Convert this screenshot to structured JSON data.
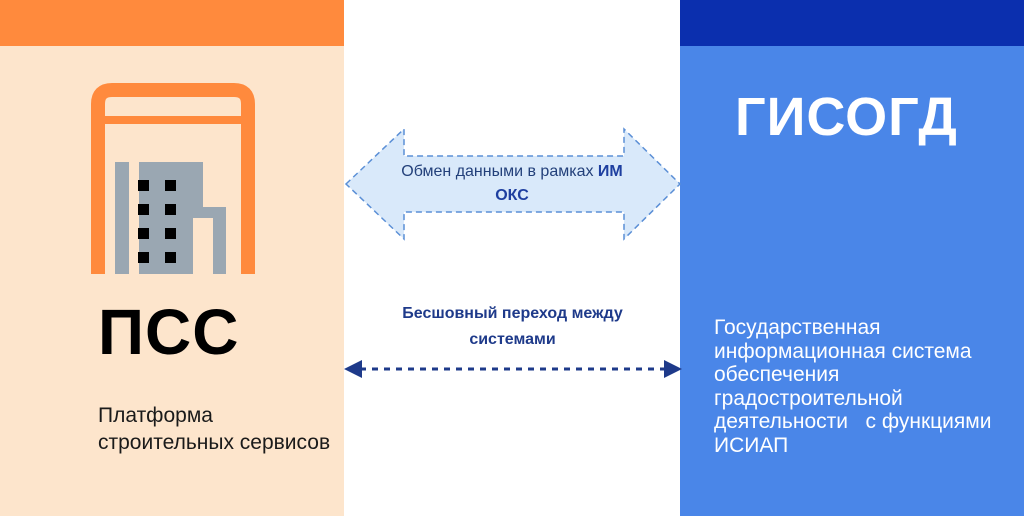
{
  "colors": {
    "left_panel_bg": "#fde5cc",
    "left_accent": "#ff8a3d",
    "right_panel_bg": "#4a86e8",
    "right_accent": "#0b2fae",
    "building_gray": "#9aa7b2",
    "arrow_blue": "#1e3a8a"
  },
  "left": {
    "icon": "building-icon",
    "title": "ПСС",
    "subtitle": "Платформа строительных сервисов"
  },
  "right": {
    "title": "ГИСОГД",
    "subtitle": "Государственная информационная система обеспечения градостроительной деятельности   с функциями ИСИАП"
  },
  "exchange": {
    "label_prefix": "Обмен данными в рамках ",
    "label_bold": "ИМ ОКС"
  },
  "transition": {
    "label": "Бесшовный переход между системами"
  }
}
